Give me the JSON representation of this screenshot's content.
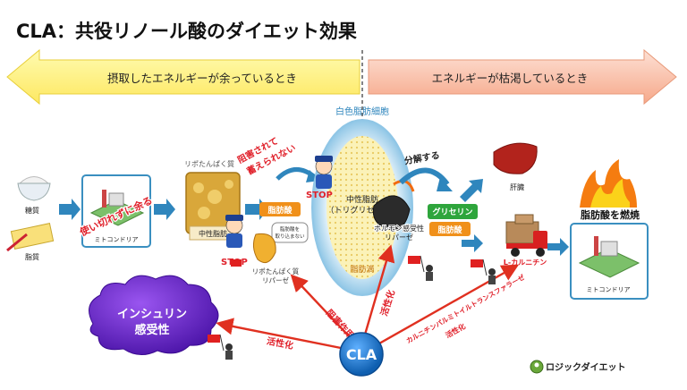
{
  "title": "CLA：共役リノール酸のダイエット効果",
  "banner": {
    "left": "摂取したエネルギーが余っているとき",
    "right": "エネルギーが枯渇しているとき"
  },
  "inputs": {
    "sugar": "糖質",
    "fat": "脂質"
  },
  "mito_left": {
    "caption": "ミトコンドリア",
    "overlay": "使い切れずに余る"
  },
  "lipoprotein": {
    "label": "リポたんぱく質",
    "fat_label": "中性脂肪"
  },
  "blocked_note": "阻害されて\n蓄えられない",
  "fatty_acid_tag": "脂肪酸",
  "police_bubble": "脂肪酸を\n取り込まない",
  "stop": "STOP",
  "lpl": "リポたんぱく質\nリパーゼ",
  "fat_cell": {
    "label": "白色脂肪細胞",
    "center": "中性脂肪\n（トリグリセリド）",
    "droplet": "脂肪滴"
  },
  "hsl": "ホルモン感受性\nリパーゼ",
  "decompose": "分解する",
  "glycerin": "グリセリン",
  "fatty_acid2": "脂肪酸",
  "liver": "肝臓",
  "carnitine": "L-カルニチン",
  "burn": "脂肪酸を燃焼",
  "mito_right": "ミトコンドリア",
  "insulin": "インシュリン\n感受性",
  "cla": "CLA",
  "arrow_labels": {
    "activate1": "活性化",
    "inhibit": "阻害作用",
    "activate2": "活性化",
    "cpt": "カルニチンパルミトイルトランスファラーゼ",
    "activate3": "活性化"
  },
  "logo": "ロジックダイエット",
  "colors": {
    "banner_left": "#fff27a",
    "banner_right": "#f9b8a0",
    "blue_arrow": "#2f86bd",
    "red_arrow": "#e03020",
    "cla": "#1c78c8",
    "insulin": "#6a26c6",
    "orange_tag": "#f0901a",
    "green_tag": "#2ea53c"
  }
}
